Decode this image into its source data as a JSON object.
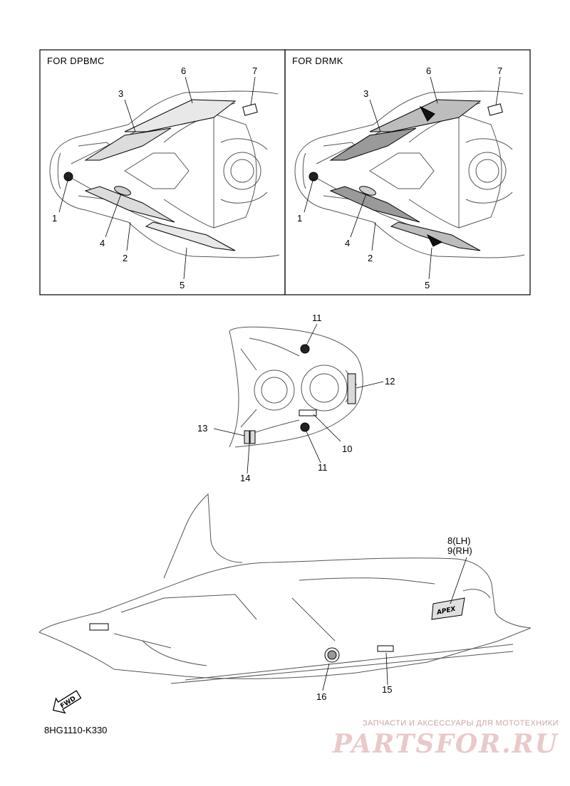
{
  "panels": {
    "left_title": "FOR DPBMC",
    "right_title": "FOR DRMK"
  },
  "callouts": {
    "left": {
      "c1": "1",
      "c2": "2",
      "c3": "3",
      "c4": "4",
      "c5": "5",
      "c6": "6",
      "c7": "7"
    },
    "right": {
      "c1": "1",
      "c2": "2",
      "c3": "3",
      "c4": "4",
      "c5": "5",
      "c6": "6",
      "c7": "7"
    },
    "middle": {
      "c10": "10",
      "c11a": "11",
      "c11b": "11",
      "c12": "12",
      "c13": "13",
      "c14": "14"
    },
    "side": {
      "c8": "8(LH)",
      "c9": "9(RH)",
      "c15": "15",
      "c16": "16"
    }
  },
  "decals": {
    "apex": "APEX"
  },
  "fwd_label": "FWD",
  "catalog_code": "8HG1110-K330",
  "watermark": {
    "tagline": "ЗАПЧАСТИ И АКСЕССУАРЫ ДЛЯ МОТОТЕХНИКИ",
    "logo": "PARTSFOR.RU"
  }
}
